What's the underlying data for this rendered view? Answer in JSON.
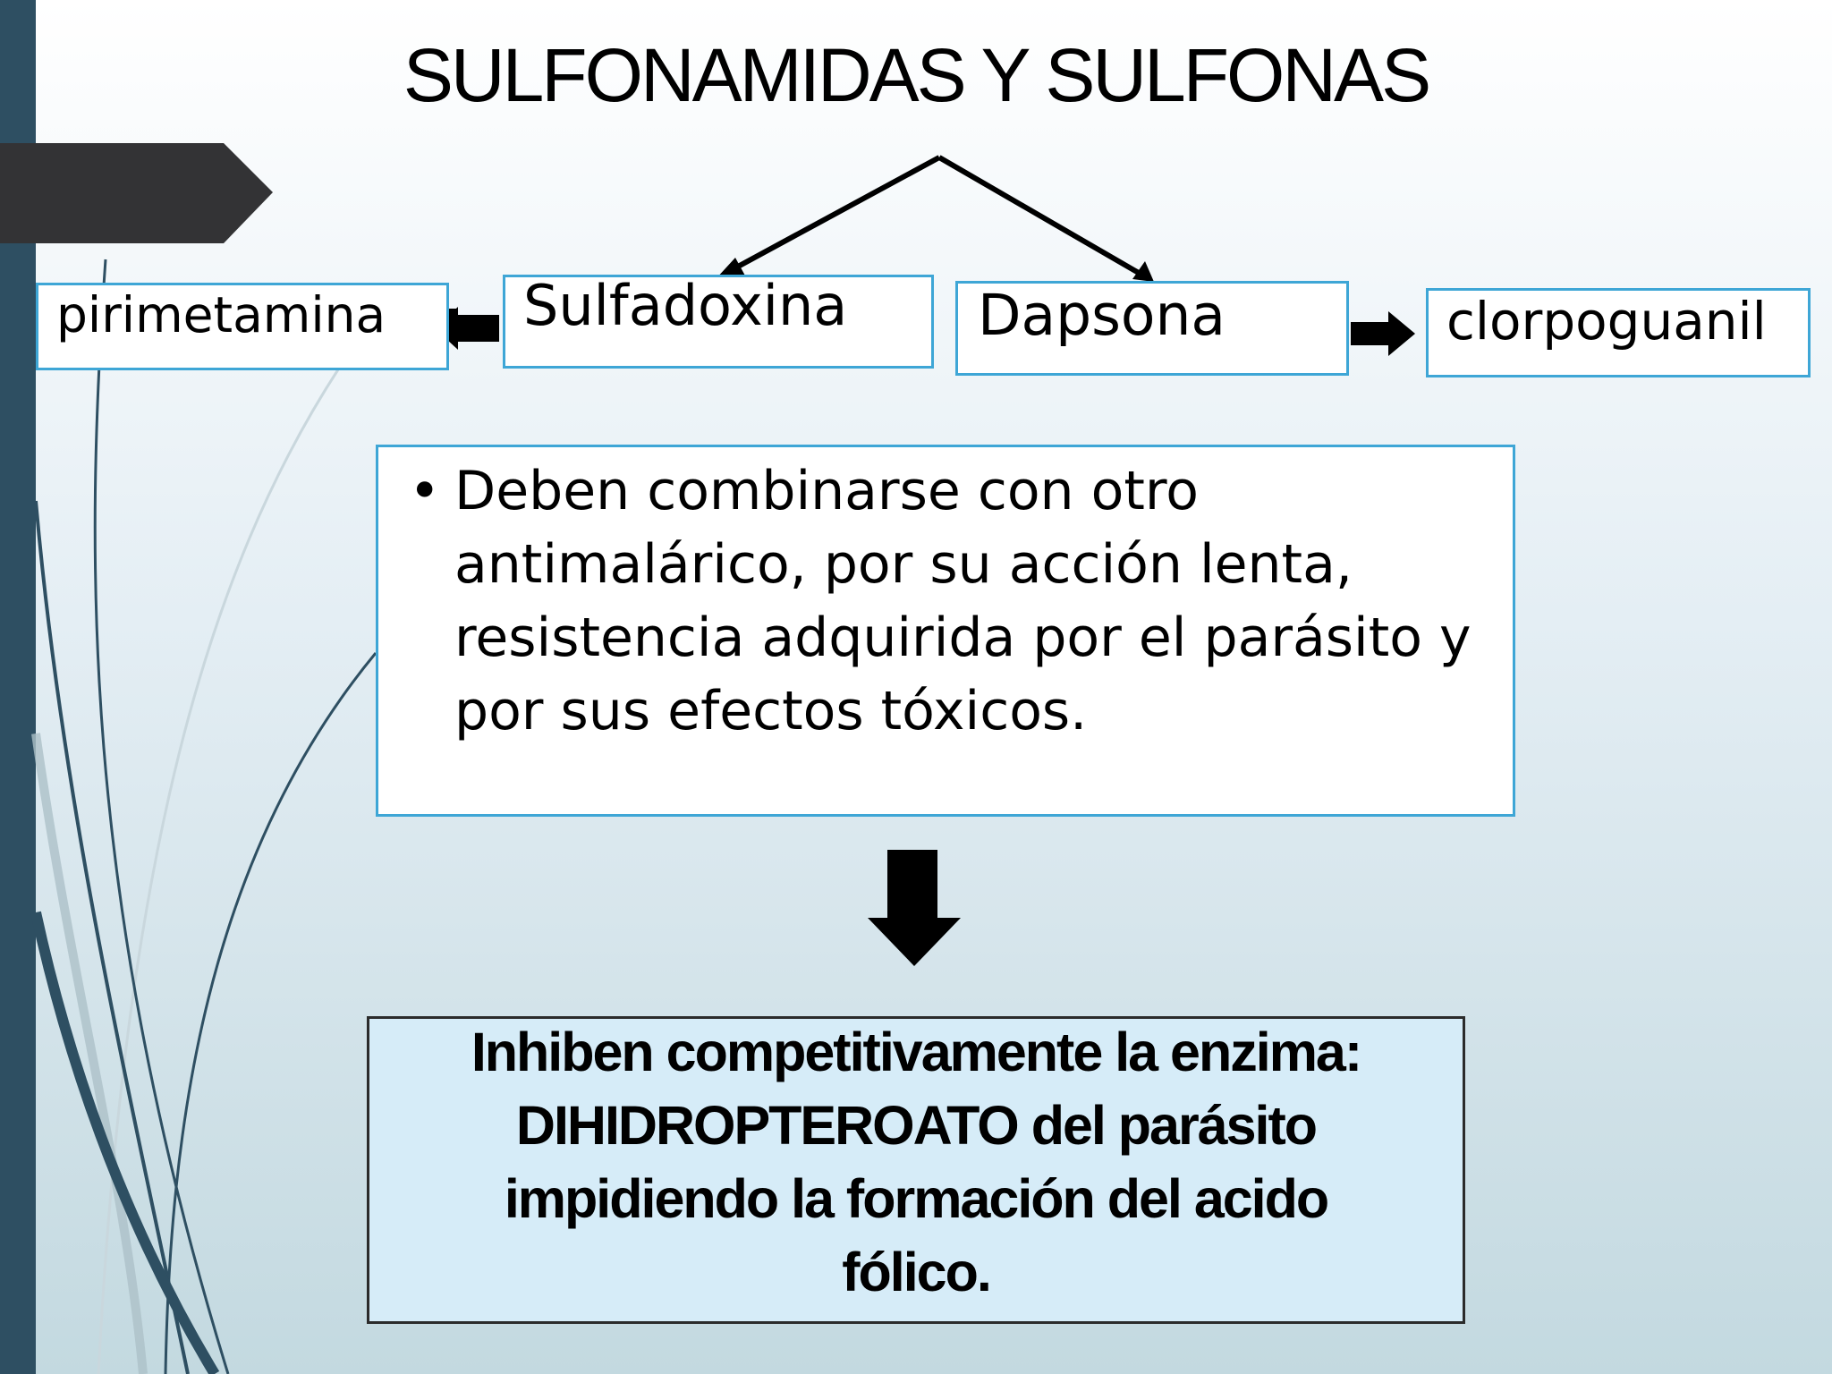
{
  "slide": {
    "title": "SULFONAMIDAS Y SULFONAS",
    "drugs": {
      "pirimetamina": "pirimetamina",
      "sulfadoxina": "Sulfadoxina",
      "dapsona": "Dapsona",
      "clorpoguanil": "clorpoguanil"
    },
    "note_bullets": [
      "Deben combinarse con otro antimalárico, por su acción lenta, resistencia adquirida por el parásito y por sus efectos tóxicos."
    ],
    "mechanism_lines": [
      "Inhiben  competitivamente la enzima:",
      "DIHIDROPTEROATO del parásito",
      "impidiendo la formación del acido",
      "fólico."
    ],
    "colors": {
      "box_border": "#3ea6d6",
      "mechanism_fill": "#d6ecf8",
      "side_bar": "#2e4f62",
      "tab": "#333335"
    }
  }
}
